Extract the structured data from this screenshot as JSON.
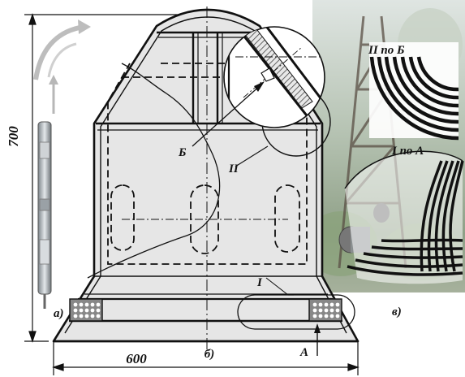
{
  "dimensions": {
    "height_label": "700",
    "width_label": "600"
  },
  "labels": {
    "sub_a": "а)",
    "sub_b": "б)",
    "sub_v": "в)",
    "callout_b": "Б",
    "callout_ii": "II",
    "callout_i": "I",
    "arrow_a": "A"
  },
  "insets": {
    "detail_ii_title": "II по Б",
    "detail_i_title": "I по A"
  },
  "icons": {
    "rotation": "curved-rotation-arrow-icon",
    "lift": "upward-arrow-icon"
  }
}
